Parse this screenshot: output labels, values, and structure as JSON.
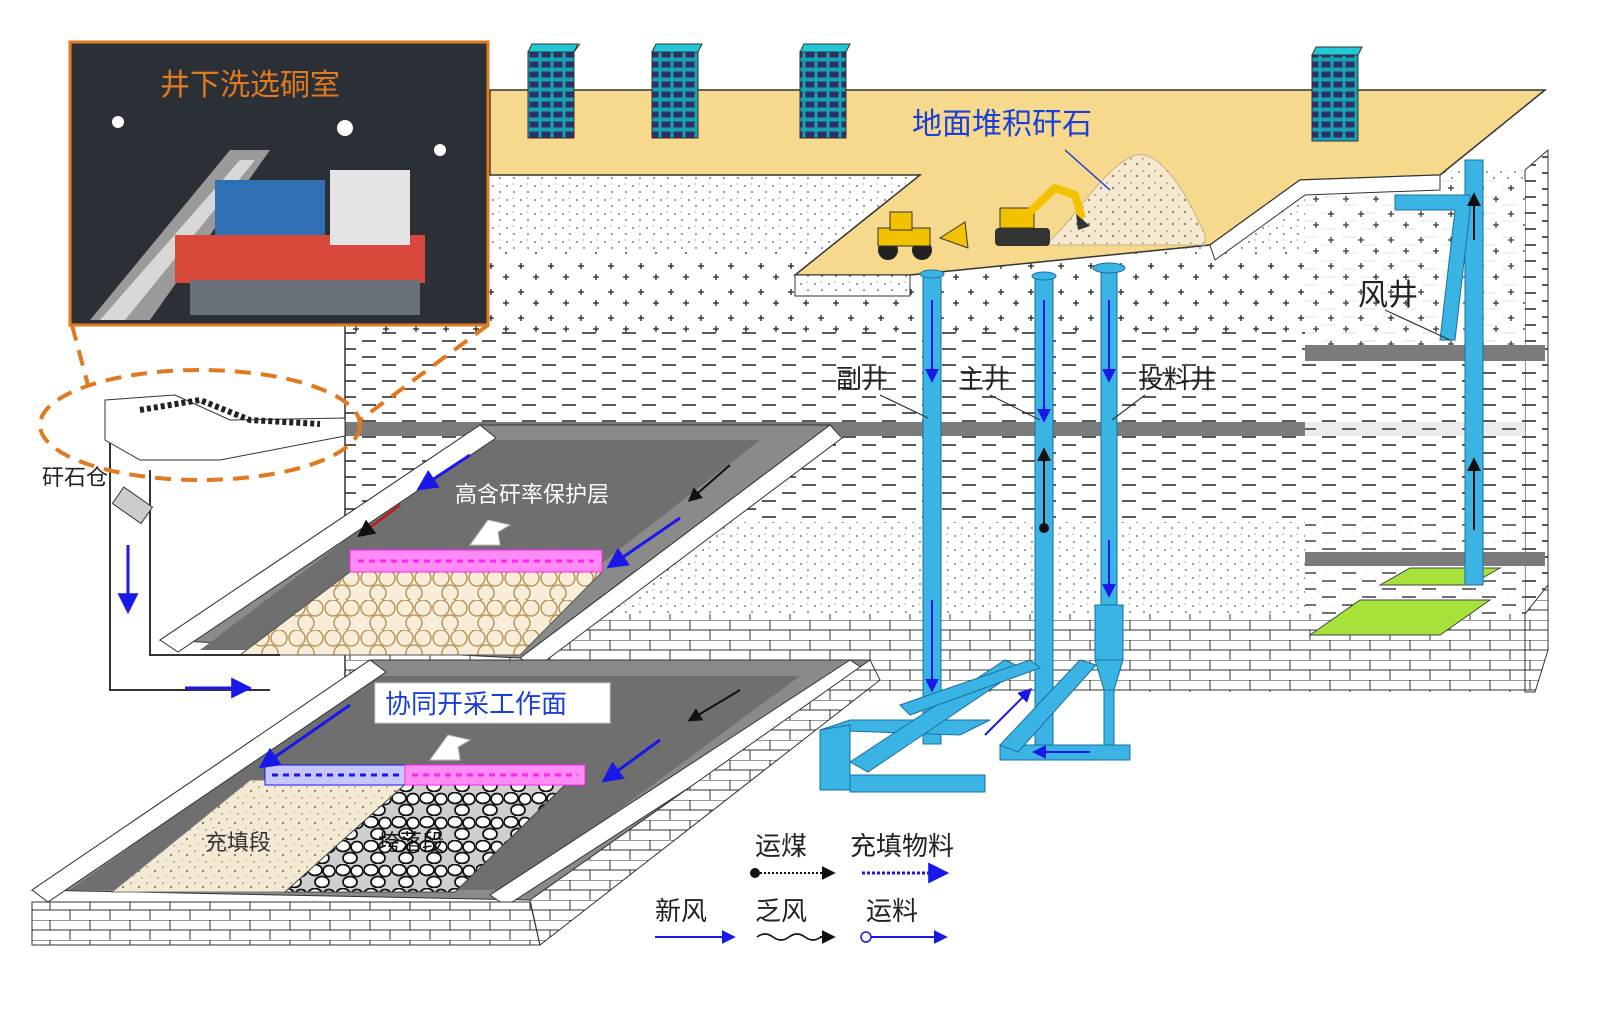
{
  "labels": {
    "photo_title": "井下洗选硐室",
    "surface_gangue": "地面堆积矸石",
    "air_shaft": "风井",
    "aux_shaft": "副井",
    "main_shaft": "主井",
    "feed_shaft": "投料井",
    "gangue_bin": "矸石仓",
    "protect_layer": "高含矸率保护层",
    "coop_face": "协同开采工作面",
    "fill_section": "充填段",
    "cave_section": "垮落段"
  },
  "legend": {
    "coal_transport": "运煤",
    "fill_material": "充填物料",
    "fresh_air": "新风",
    "return_air": "乏风",
    "material_transport": "运料"
  },
  "colors": {
    "shaft_blue": "#3ab4e4",
    "surface_sand": "#f6d98c",
    "highlight_orange": "#e07a1e",
    "label_blue": "#1a3fd6",
    "goaf_green": "#a6e23a",
    "support_magenta": "#ff22ee",
    "airflow_blue": "#1818e8",
    "panel_gray": "#8a8a8a"
  }
}
